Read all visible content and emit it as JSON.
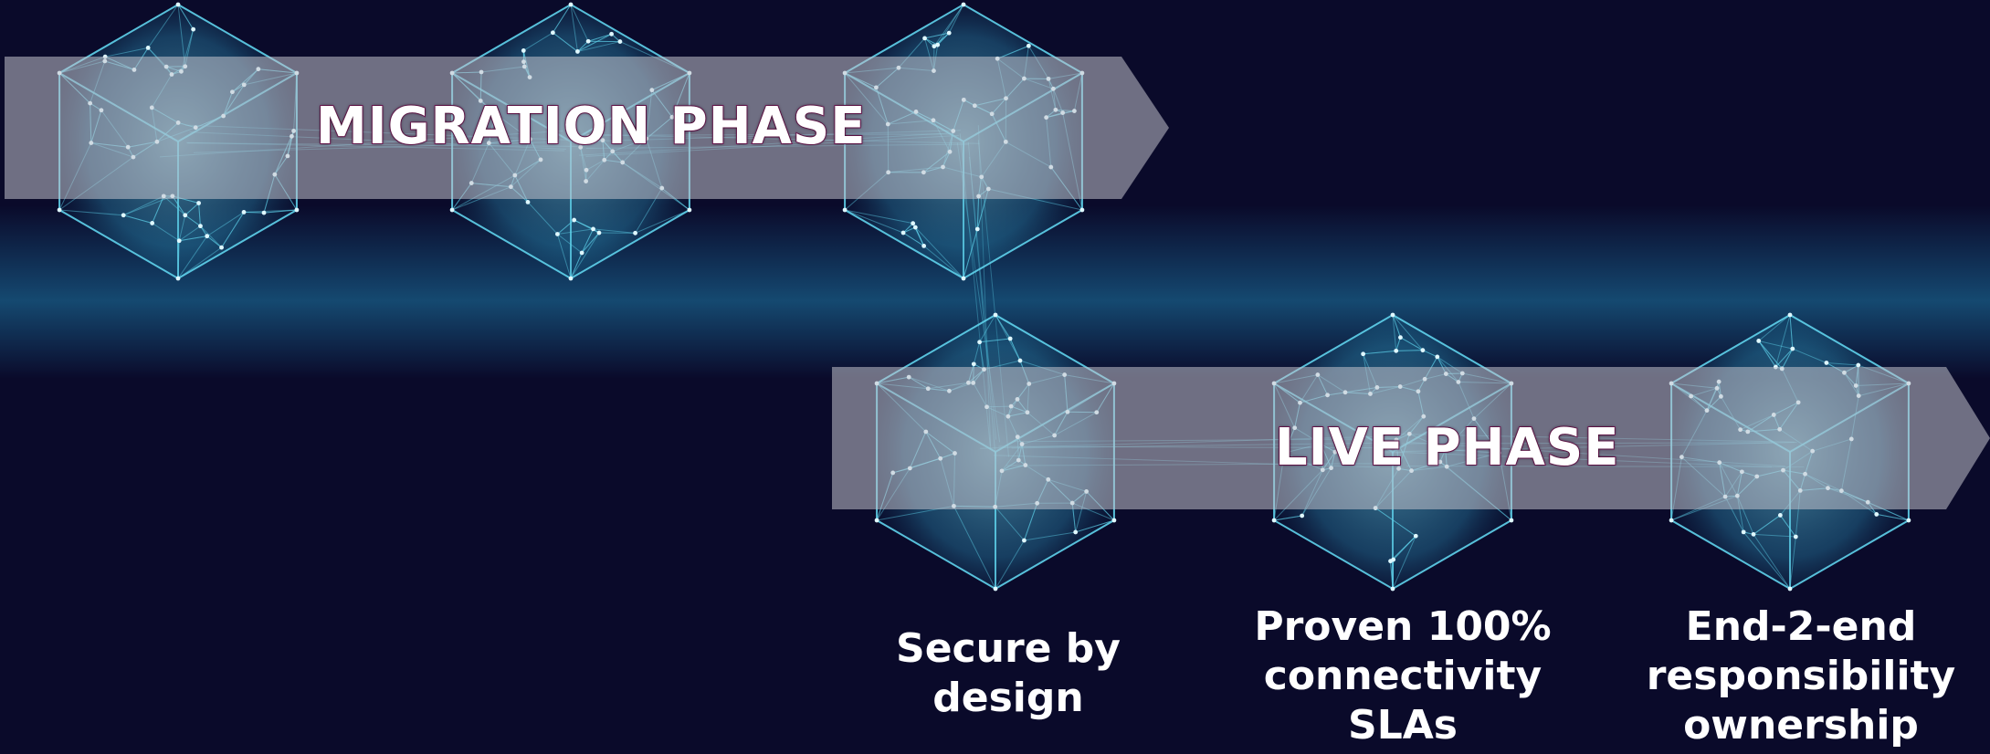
{
  "phases": {
    "migration": "MIGRATION PHASE",
    "live": "LIVE PHASE"
  },
  "captions": [
    [
      "Secure by",
      "design"
    ],
    [
      "Proven 100%",
      "connectivity",
      "SLAs"
    ],
    [
      "End-2-end",
      "responsibility",
      "ownership"
    ]
  ],
  "colors": {
    "background": "#0a0a2a",
    "network": "#5fd3ec",
    "arrow": "#b4b4be",
    "label_outline": "#7a1a5a"
  }
}
